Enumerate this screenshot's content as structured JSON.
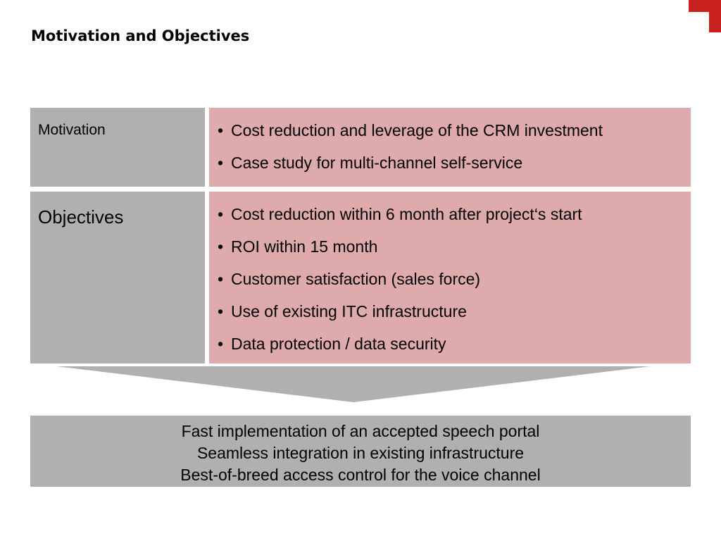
{
  "slide": {
    "title": "Motivation and Objectives"
  },
  "colors": {
    "accent": "#c8201e",
    "label_fill": "#b0b0b0",
    "content_fill": "#dfaaac",
    "arrow_fill": "#b0b0b0"
  },
  "motivation": {
    "label": "Motivation",
    "items": [
      "Cost reduction and leverage of the CRM investment",
      "Case study for multi-channel self-service"
    ]
  },
  "objectives": {
    "label": "Objectives",
    "items": [
      "Cost reduction within 6 month after project‘s start",
      "ROI within 15 month",
      "Customer satisfaction (sales force)",
      "Use of existing ITC infrastructure",
      "Data protection / data security"
    ]
  },
  "result": {
    "lines": [
      "Fast implementation of an accepted speech portal",
      "Seamless integration in existing infrastructure",
      "Best-of-breed access control for the voice channel"
    ]
  },
  "bullet_char": "•"
}
